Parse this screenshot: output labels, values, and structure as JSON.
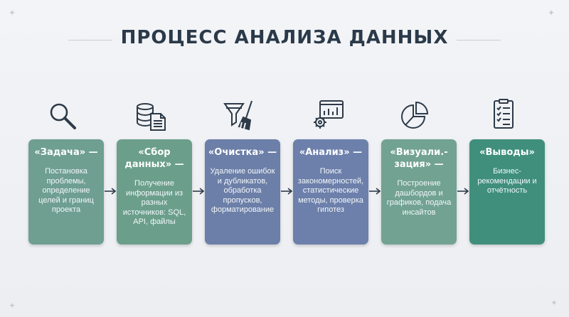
{
  "title": "ПРОЦЕСС АНАЛИЗА ДАННЫХ",
  "steps": [
    {
      "title": "«Задача» —",
      "text": "Постановка проблемы, определение целей и границ проекта",
      "icon": "magnifier-icon",
      "color": "#6f9f91"
    },
    {
      "title": "«Сбор данных» —",
      "text": "Получение информации из разных источников: SQL, API, файлы",
      "icon": "database-document-icon",
      "color": "#6b9f8c"
    },
    {
      "title": "«Очистка» —",
      "text": "Удаление ошибок и дубликатов, обработка пропусков, форматирование",
      "icon": "funnel-broom-icon",
      "color": "#6c7fa8"
    },
    {
      "title": "«Анализ» —",
      "text": "Поиск закономерностей, статистические методы, проверка гипотез",
      "icon": "gear-chart-icon",
      "color": "#6d80ab"
    },
    {
      "title": "«Визуали.-зация» —",
      "text": "Построение дашбордов и графиков, подача инсайтов",
      "icon": "pie-chart-icon",
      "color": "#72a292"
    },
    {
      "title": "«Выводы»",
      "text": "Бизнес-рекомендации и отчётность",
      "icon": "checklist-icon",
      "color": "#3f8f7c"
    }
  ]
}
